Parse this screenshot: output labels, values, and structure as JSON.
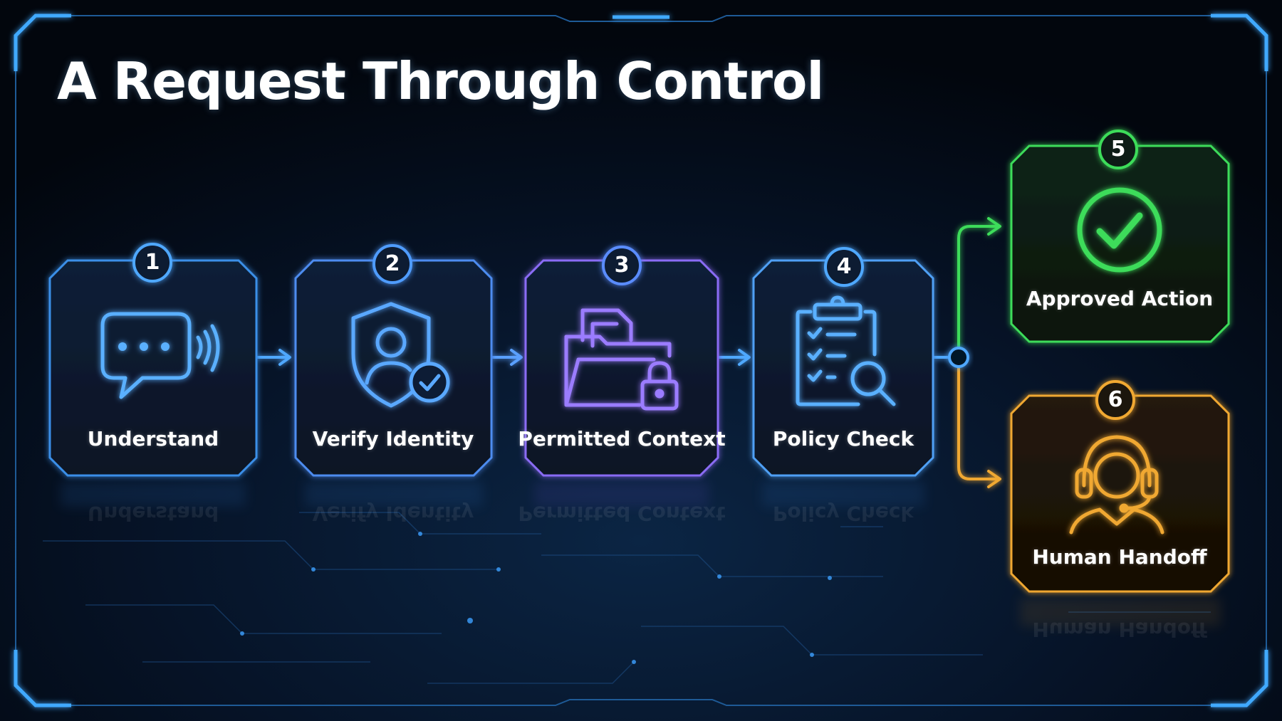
{
  "title": "A Request Through Control",
  "steps": [
    {
      "number": "1",
      "label": "Understand",
      "icon": "chat-bubble-icon"
    },
    {
      "number": "2",
      "label": "Verify Identity",
      "icon": "shield-user-check-icon"
    },
    {
      "number": "3",
      "label": "Permitted Context",
      "icon": "folder-lock-icon"
    },
    {
      "number": "4",
      "label": "Policy Check",
      "icon": "clipboard-search-icon"
    }
  ],
  "outcomes": [
    {
      "number": "5",
      "label": "Approved Action",
      "icon": "checkmark-circle-icon"
    },
    {
      "number": "6",
      "label": "Human Handoff",
      "icon": "headset-agent-icon"
    }
  ],
  "colors": {
    "background": "#02060d",
    "step_blue": "#4fa8ff",
    "step_purple": "#9b6bff",
    "approved_green": "#3ddc5a",
    "handoff_orange": "#f0a830"
  }
}
